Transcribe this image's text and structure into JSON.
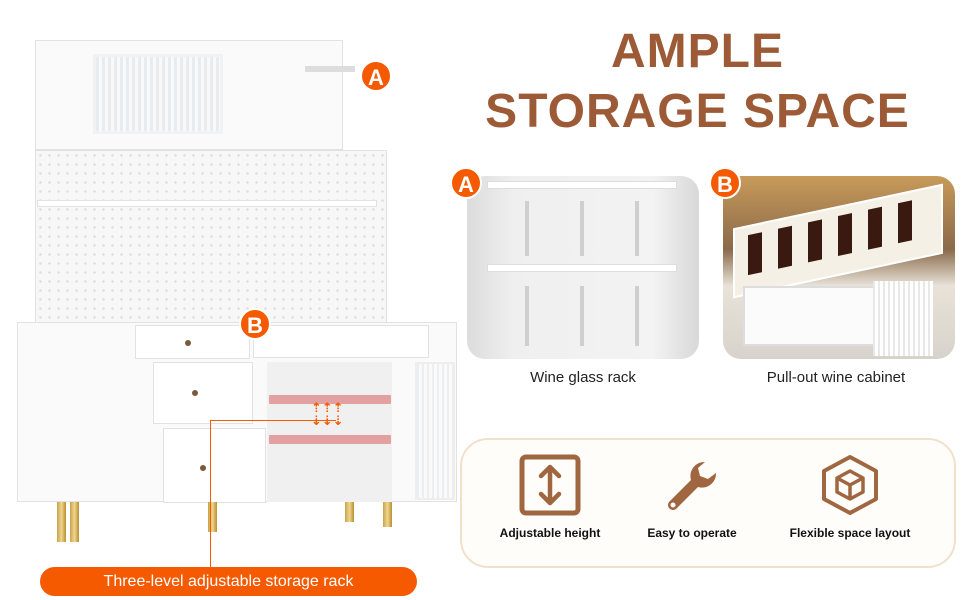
{
  "headline": {
    "line1": "AMPLE",
    "line2": "STORAGE SPACE"
  },
  "callouts": [
    {
      "badge": "A",
      "caption": "Wine glass rack"
    },
    {
      "badge": "B",
      "caption": "Pull-out wine cabinet"
    }
  ],
  "product_badges": {
    "a": "A",
    "b": "B"
  },
  "features": [
    {
      "icon": "adjustable-height-icon",
      "label": "Adjustable height"
    },
    {
      "icon": "wrench-icon",
      "label": "Easy to operate"
    },
    {
      "icon": "cube-icon",
      "label": "Flexible space layout"
    }
  ],
  "storage_rack_label": "Three-level adjustable storage rack",
  "colors": {
    "brand_brown": "#9c5b36",
    "accent_orange": "#f55a00",
    "panel_border": "#f1e0cc"
  }
}
